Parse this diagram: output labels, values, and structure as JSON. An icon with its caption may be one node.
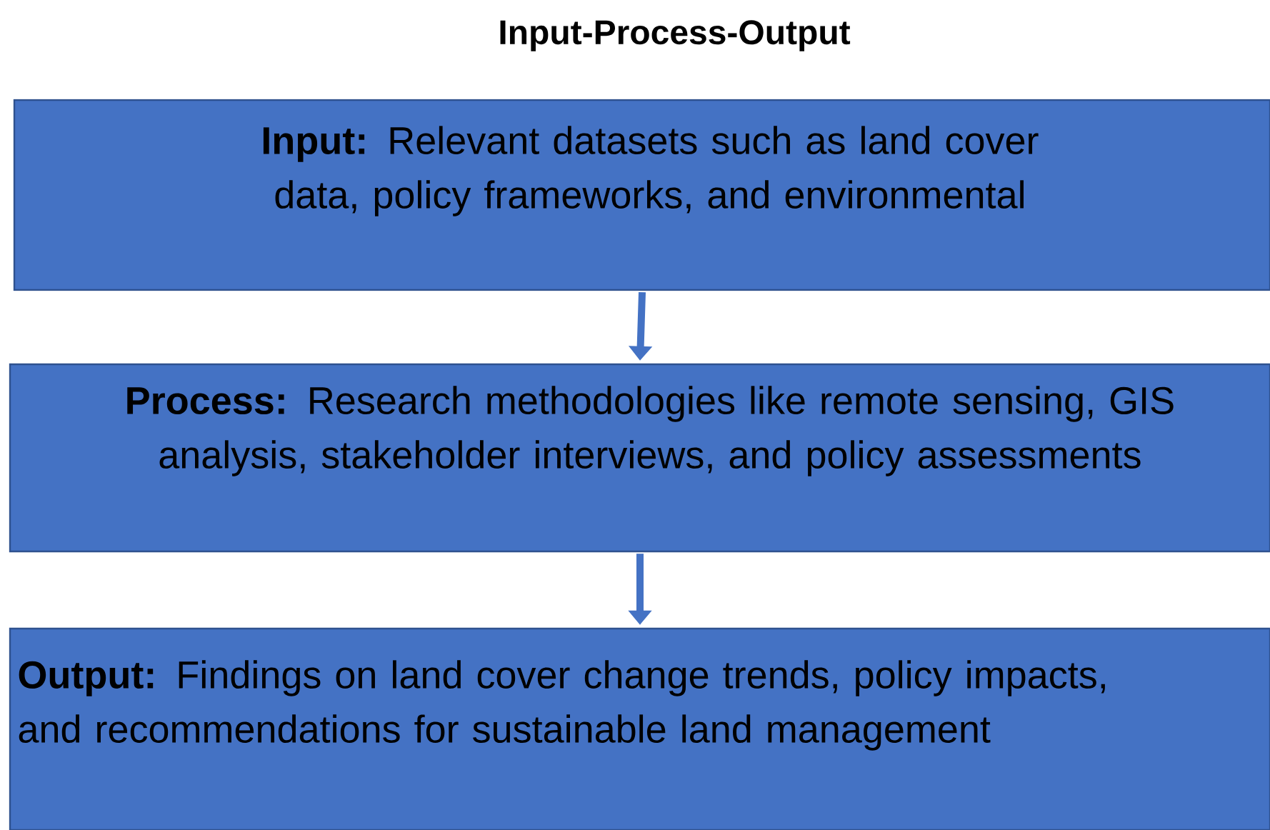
{
  "diagram": {
    "title": "Input-Process-Output",
    "nodes": [
      {
        "text": [
          "**Input:** Relevant datasets such as land cover data, policy frameworks, and environmental"
        ]
      },
      {
        "text": [
          "**Process:** Research methodologies like remote sensing, GIS analysis, stakeholder interviews, and policy assessments"
        ]
      },
      {
        "text": [
          "**Output:** Findings on land cover change trends, policy impacts, and recommendations for sustainable land management"
        ]
      }
    ],
    "edges": [
      {
        "from": 0,
        "to": 1,
        "arrow": "to"
      },
      {
        "from": 1,
        "to": 2,
        "arrow": "to"
      }
    ]
  }
}
